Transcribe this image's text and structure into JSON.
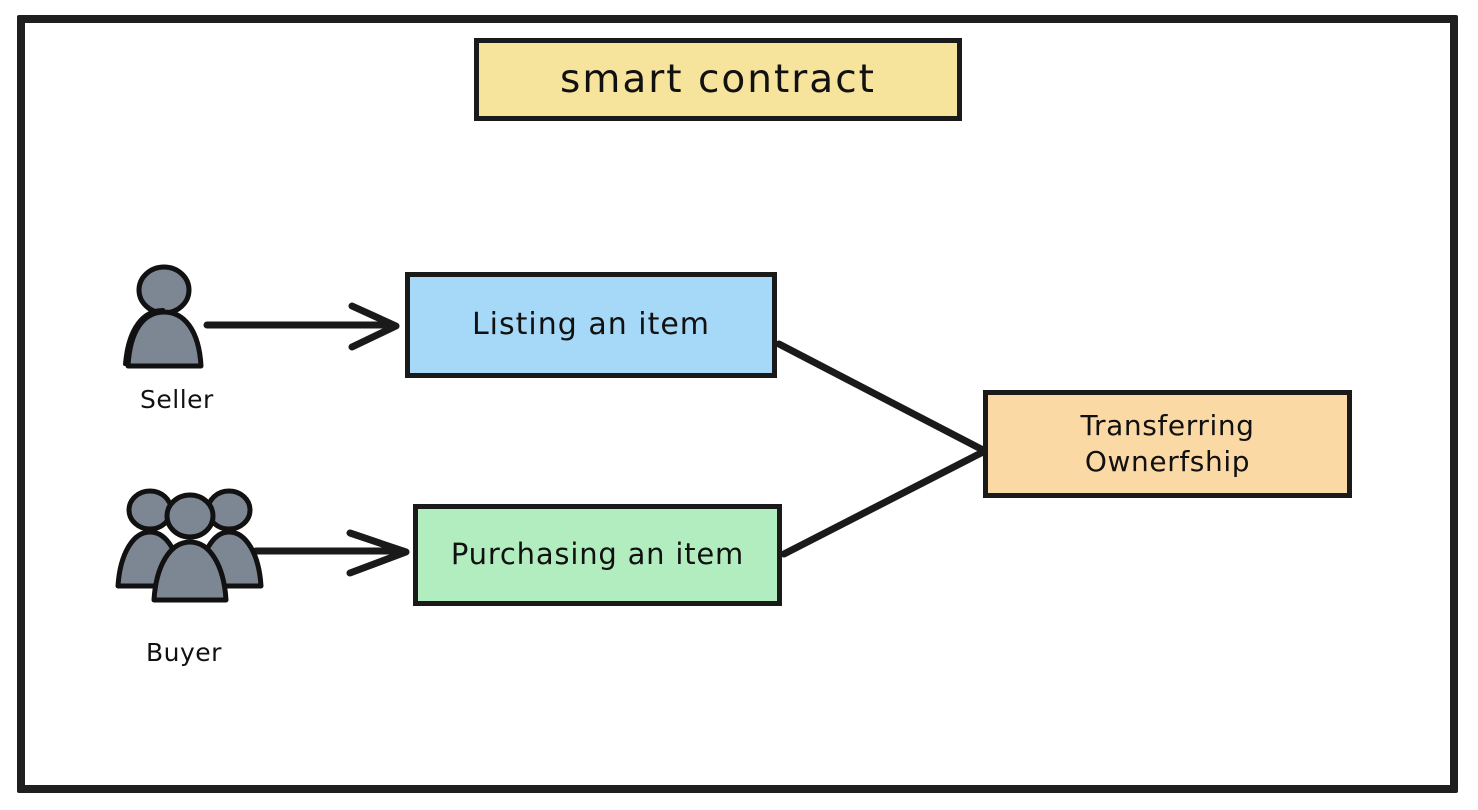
{
  "diagram": {
    "title": "smart contract",
    "frame": {
      "name": "outer-boundary"
    },
    "nodes": [
      {
        "id": "title",
        "label": "smart contract",
        "color": "#f6e49c"
      },
      {
        "id": "listing",
        "label": "Listing an item",
        "color": "#a6d8f7"
      },
      {
        "id": "purchasing",
        "label": "Purchasing an item",
        "color": "#b1edbe"
      },
      {
        "id": "transfer",
        "label": "Transferring\nOwnerfship",
        "color": "#fbd9a5"
      }
    ],
    "actors": [
      {
        "id": "seller",
        "label": "Seller",
        "icon": "single-person-icon",
        "fill": "#7d8793"
      },
      {
        "id": "buyer",
        "label": "Buyer",
        "icon": "people-group-icon",
        "fill": "#7d8793"
      }
    ],
    "edges": [
      {
        "from": "seller",
        "to": "listing",
        "arrow": "open-v"
      },
      {
        "from": "buyer",
        "to": "purchasing",
        "arrow": "open-v"
      },
      {
        "from": "listing",
        "to": "transfer",
        "arrow": "none"
      },
      {
        "from": "purchasing",
        "to": "transfer",
        "arrow": "none"
      }
    ],
    "stroke_color": "#1a1a1a",
    "background": "#ffffff"
  }
}
